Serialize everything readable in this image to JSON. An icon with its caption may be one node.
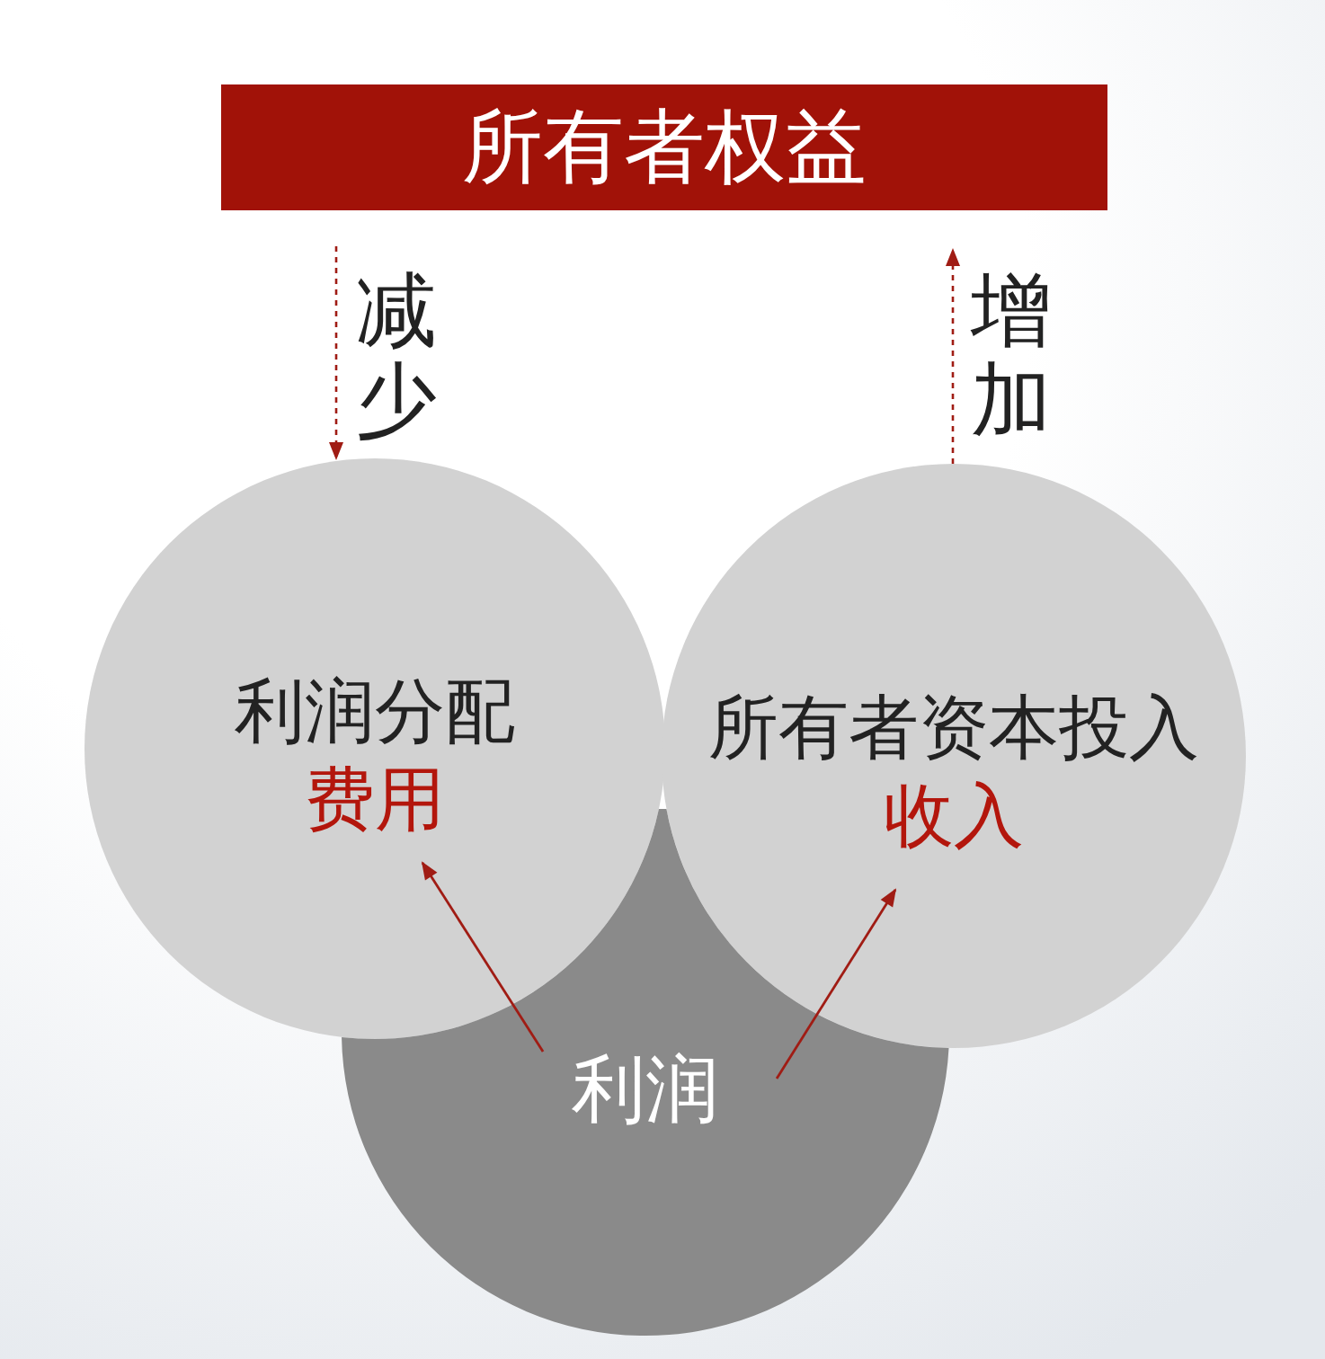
{
  "diagram": {
    "nodes": [
      {
        "text": [
          "所有者权益"
        ]
      },
      {
        "text": [
          "利润分配",
          "费用"
        ]
      },
      {
        "text": [
          "所有者资本投入",
          "收入"
        ]
      },
      {
        "text": [
          "利润"
        ]
      }
    ],
    "edges": [
      {
        "from": 0,
        "to": 1,
        "arrow": "to",
        "label": "减少",
        "style": "dashed"
      },
      {
        "from": 2,
        "to": 0,
        "arrow": "to",
        "label": "增加",
        "style": "dashed"
      },
      {
        "from": 3,
        "to": 1,
        "arrow": "to"
      },
      {
        "from": 3,
        "to": 2,
        "arrow": "to"
      }
    ]
  }
}
